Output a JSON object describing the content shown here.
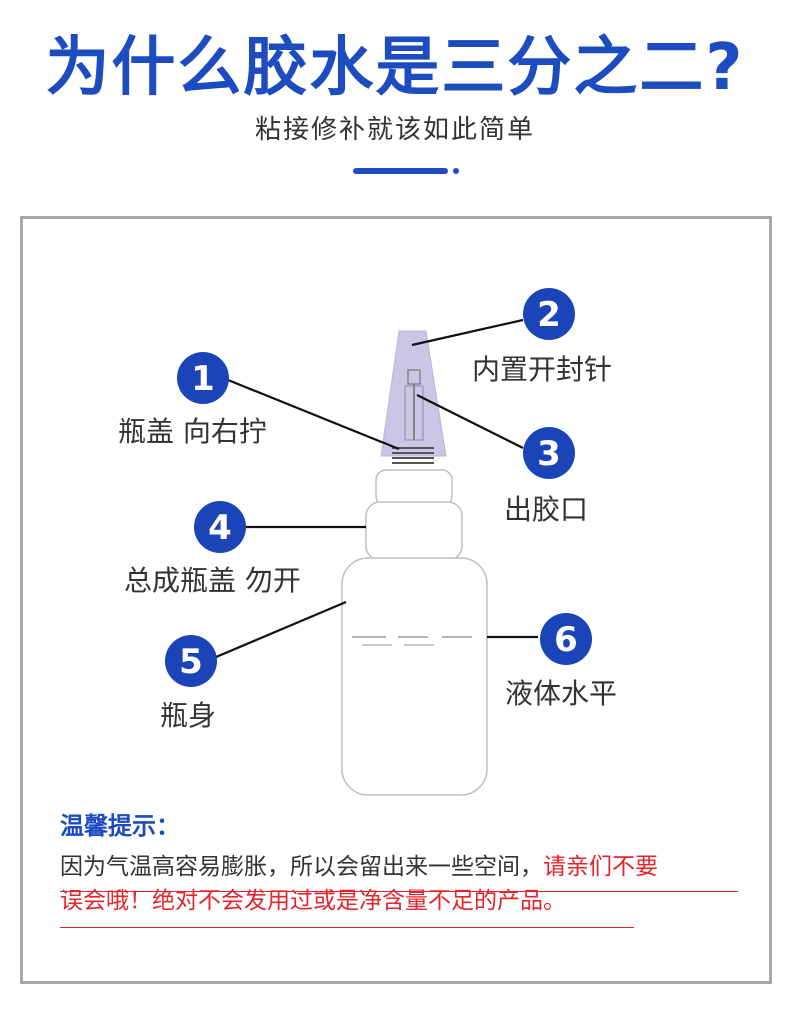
{
  "header": {
    "title": "为什么胶水是三分之二?",
    "subtitle": "粘接修补就该如此简单"
  },
  "colors": {
    "accent": "#1d4cc0",
    "warning": "#e8242a",
    "text": "#333333",
    "frame": "#a9a9a9"
  },
  "parts": [
    {
      "number": "1",
      "label": "瓶盖 向右拧"
    },
    {
      "number": "2",
      "label": "内置开封针"
    },
    {
      "number": "3",
      "label": "出胶口"
    },
    {
      "number": "4",
      "label": "总成瓶盖 勿开"
    },
    {
      "number": "5",
      "label": "瓶身"
    },
    {
      "number": "6",
      "label": "液体水平"
    }
  ],
  "tip": {
    "title": "温馨提示：",
    "text_normal": "因为气温高容易膨胀，所以会留出来一些空间，",
    "text_warning_1": "请亲们不要",
    "text_warning_2": "误会哦！绝对不会发用过或是净含量不足的产品。"
  }
}
